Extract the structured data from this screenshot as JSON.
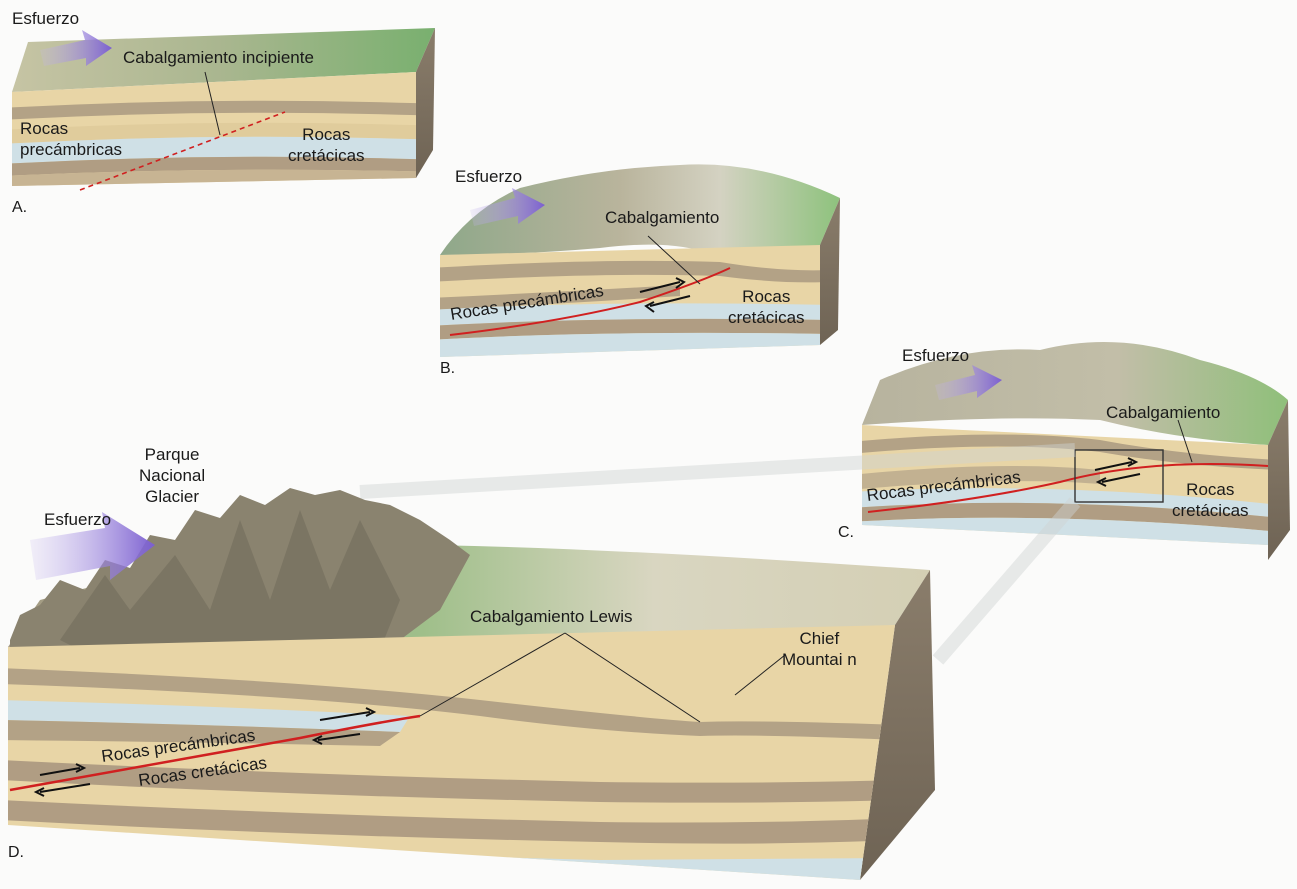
{
  "panels": {
    "a": {
      "letter": "A.",
      "stress": "Esfuerzo",
      "callout": "Cabalgamiento incipiente",
      "rock_left": "Rocas\nprecámbricas",
      "rock_right": "Rocas\ncretácicas"
    },
    "b": {
      "letter": "B.",
      "stress": "Esfuerzo",
      "callout": "Cabalgamiento",
      "rock_left": "Rocas precámbricas",
      "rock_right": "Rocas\ncretácicas"
    },
    "c": {
      "letter": "C.",
      "stress": "Esfuerzo",
      "callout": "Cabalgamiento",
      "rock_left": "Rocas precámbricas",
      "rock_right": "Rocas\ncretácicas"
    },
    "d": {
      "letter": "D.",
      "stress": "Esfuerzo",
      "park": "Parque\nNacional\nGlacier",
      "fault": "Cabalgamiento Lewis",
      "peak": "Chief\nMountai n",
      "rock_upper": "Rocas precámbricas",
      "rock_lower": "Rocas cretácicas"
    }
  },
  "colors": {
    "tan": "#e6d3a3",
    "brown": "#a8977d",
    "blue": "#cfe0e6",
    "fault": "#d02020",
    "arrow": "#8a6fd6",
    "green": "#8fbf7a"
  }
}
